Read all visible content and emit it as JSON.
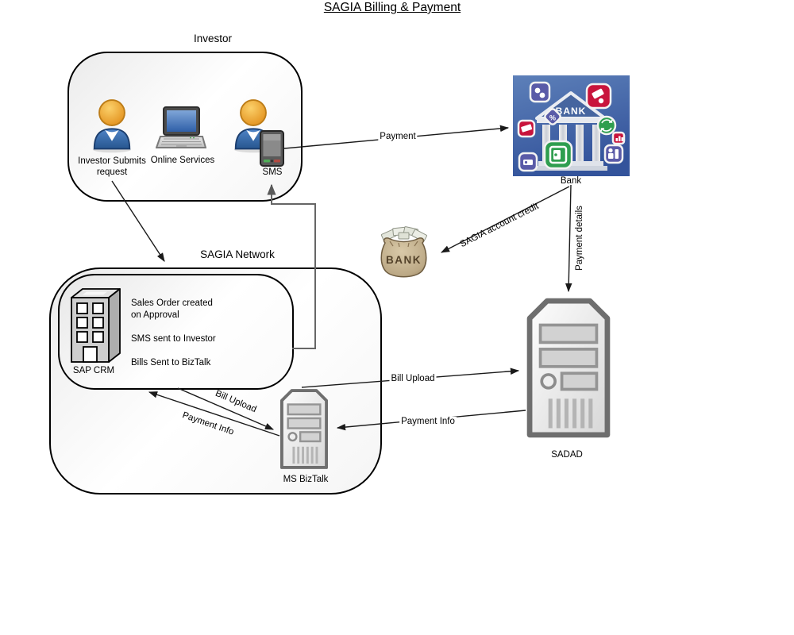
{
  "title": "SAGIA Billing & Payment",
  "groups": {
    "investor": {
      "label": "Investor"
    },
    "sagia_network": {
      "label": "SAGIA Network"
    },
    "sap_crm_box": {
      "lines": [
        "Sales Order created",
        "on Approval",
        "SMS sent to Investor",
        "Bills Sent to BizTalk"
      ]
    }
  },
  "nodes": {
    "investor_person": {
      "line1": "Investor Submits",
      "line2": "request"
    },
    "online_services": {
      "label": "Online Services"
    },
    "sms": {
      "label": "SMS"
    },
    "bank": {
      "label": "Bank",
      "building_text": "BANK"
    },
    "money_bag": {
      "text": "BANK"
    },
    "sap_crm": {
      "label": "SAP CRM"
    },
    "ms_biztalk": {
      "label": "MS BizTalk"
    },
    "sadad": {
      "label": "SADAD"
    }
  },
  "edges": {
    "payment": {
      "label": "Payment"
    },
    "sagia_account_credit": {
      "label": "SAGIA account credit"
    },
    "payment_details": {
      "label": "Payment details"
    },
    "bill_upload_to_biztalk": {
      "label": "Bill Upload"
    },
    "payment_info_to_crm": {
      "label": "Payment Info"
    },
    "bill_upload_to_sadad": {
      "label": "Bill Upload"
    },
    "payment_info_to_biztalk": {
      "label": "Payment Info"
    }
  },
  "colors": {
    "connector_black": "#1a1a1a",
    "connector_gray": "#666666",
    "box_border": "#000000",
    "bank_bg_top": "#5d80b9",
    "bank_bg_bottom": "#33539b",
    "badge_purple": "#5a5ba8",
    "badge_red": "#c8143c",
    "badge_green": "#2f9e4f",
    "person_head": "#f0a431",
    "person_body": "#3a6fb3",
    "laptop_screen": "#4a78b8",
    "server_body": "#ececec",
    "money_bag": "#c3ad88"
  }
}
